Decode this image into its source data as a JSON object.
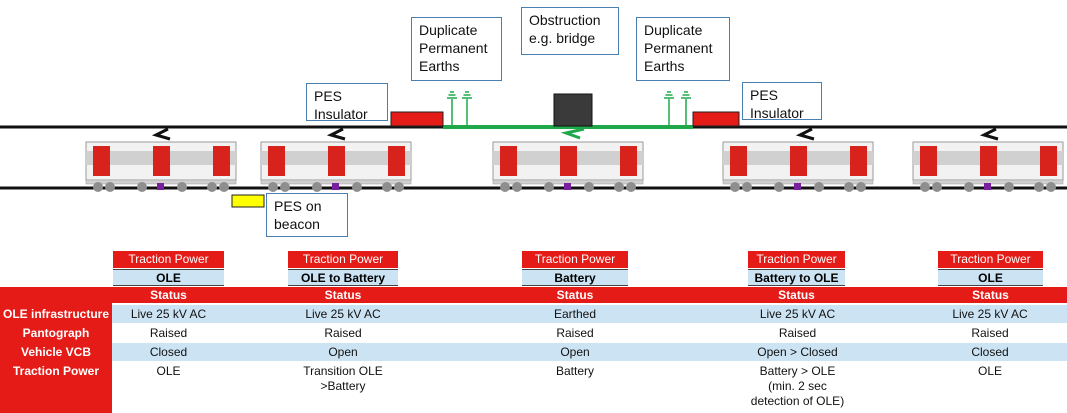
{
  "callouts": {
    "dup_left": "Duplicate\nPermanent\nEarths",
    "obstruction": "Obstruction\ne.g. bridge",
    "dup_right": "Duplicate\nPermanent\nEarths",
    "pes_left": "PES\nInsulator",
    "pes_right": "PES\nInsulator",
    "pes_beacon": "PES on\nbeacon"
  },
  "colors": {
    "red": "#e41b17",
    "light_blue": "#cce3f3",
    "earth_green": "#1fa84a",
    "beacon_yellow": "#ffff00",
    "pantograph": "#7a1fa0",
    "callout_border": "#4a7fb0"
  },
  "columns": [
    {
      "header": "Traction Power",
      "mode": "OLE",
      "status": "Status",
      "ole_infra": "Live 25 kV AC",
      "pantograph": "Raised",
      "vcb": "Closed",
      "traction": "OLE"
    },
    {
      "header": "Traction Power",
      "mode": "OLE to Battery",
      "status": "Status",
      "ole_infra": "Live 25 kV AC",
      "pantograph": "Raised",
      "vcb": "Open",
      "traction": "Transition  OLE\n>Battery"
    },
    {
      "header": "Traction Power",
      "mode": "Battery",
      "status": "Status",
      "ole_infra": "Earthed",
      "pantograph": "Raised",
      "vcb": "Open",
      "traction": "Battery"
    },
    {
      "header": "Traction Power",
      "mode": "Battery to OLE",
      "status": "Status",
      "ole_infra": "Live 25 kV AC",
      "pantograph": "Raised",
      "vcb": "Open > Closed",
      "traction": "Battery > OLE\n(min. 2 sec\ndetection of OLE)"
    },
    {
      "header": "Traction Power",
      "mode": "OLE",
      "status": "Status",
      "ole_infra": "Live 25 kV AC",
      "pantograph": "Raised",
      "vcb": "Closed",
      "traction": "OLE"
    }
  ],
  "row_labels": {
    "ole_infra": "OLE infrastructure",
    "pantograph": "Pantograph",
    "vcb": "Vehicle VCB",
    "traction": "Traction Power"
  }
}
